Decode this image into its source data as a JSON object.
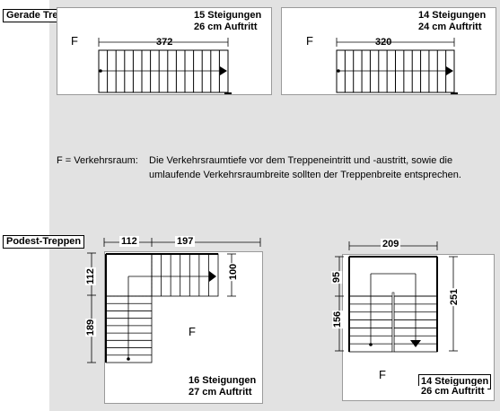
{
  "straight": {
    "heading": "Gerade Treppen",
    "left": {
      "steps": "15 Steigungen",
      "tread": "26 cm Auftritt",
      "length": "372",
      "zone": "F",
      "risers": 15
    },
    "right": {
      "steps": "14 Steigungen",
      "tread": "24 cm Auftritt",
      "length": "320",
      "zone": "F",
      "risers": 14
    }
  },
  "note": {
    "term": "F = Verkehrsraum:",
    "line1": "Die Verkehrsraumtiefe vor dem Treppeneintritt und -austritt, sowie die",
    "line2": "umlaufende Verkehrsraumbreite sollten der Treppenbreite entsprechen."
  },
  "landing": {
    "heading": "Podest-Treppen",
    "left": {
      "width_a": "112",
      "width_b": "197",
      "height_top": "112",
      "height_bottom": "189",
      "height_flight": "100",
      "zone": "F",
      "steps": "16 Steigungen",
      "tread": "27 cm Auftritt"
    },
    "right": {
      "width": "209",
      "height_top": "95",
      "height_bottom": "156",
      "height_total": "251",
      "zone": "F",
      "steps": "14 Steigungen",
      "tread": "26 cm Auftritt"
    }
  }
}
